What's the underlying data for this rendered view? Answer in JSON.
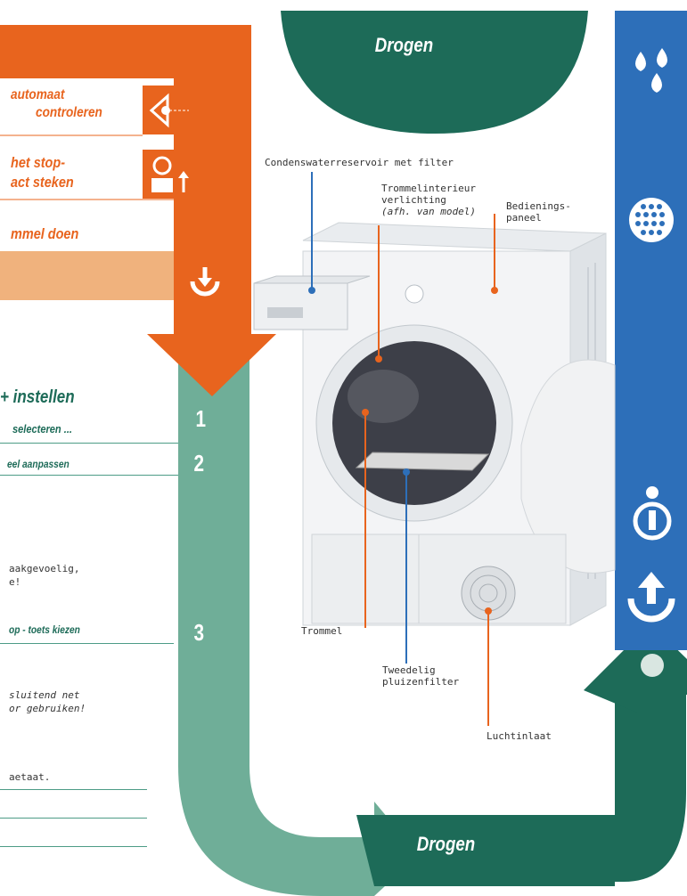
{
  "top_tab": {
    "label": "Drogen"
  },
  "bottom_tab": {
    "label": "Drogen"
  },
  "orange_steps": [
    {
      "line1": "automaat",
      "line2": "controleren",
      "icon": "eye-check-icon"
    },
    {
      "line1": "het stop-",
      "line2": "act steken",
      "icon": "plug-icon"
    },
    {
      "line1": "mmel doen",
      "line2": ""
    }
  ],
  "green_section": {
    "heading": "instellen",
    "step1_text": "selecteren ...",
    "step2_text": "eel aanpassen",
    "note_line1": "aakgevoelig,",
    "note_line2": "e!",
    "step3_text": "op - toets kiezen",
    "note2_line1": "sluitend net",
    "note2_line2": "or gebruiken!",
    "note3": "aetaat.",
    "numbers": [
      "1",
      "2",
      "3"
    ]
  },
  "callouts": {
    "condenswater": "Condenswaterreservoir met filter",
    "trommel_light_1": "Trommelinterieur",
    "trommel_light_2": "verlichting",
    "trommel_light_3": "(afh. van model)",
    "panel_1": "Bedienings-",
    "panel_2": "paneel",
    "trommel": "Trommel",
    "filter_1": "Tweedelig",
    "filter_2": "pluizenfilter",
    "air": "Luchtinlaat"
  },
  "side_icons": [
    "water-drops-icon",
    "filter-dots-icon",
    "info-icon",
    "upload-arrow-icon",
    "circle-dot-icon"
  ],
  "colors": {
    "orange": "#e8641e",
    "orange_light": "#f0b27d",
    "green_dark": "#1d6b58",
    "green_light": "#6fae98",
    "blue": "#2d6fb9"
  }
}
